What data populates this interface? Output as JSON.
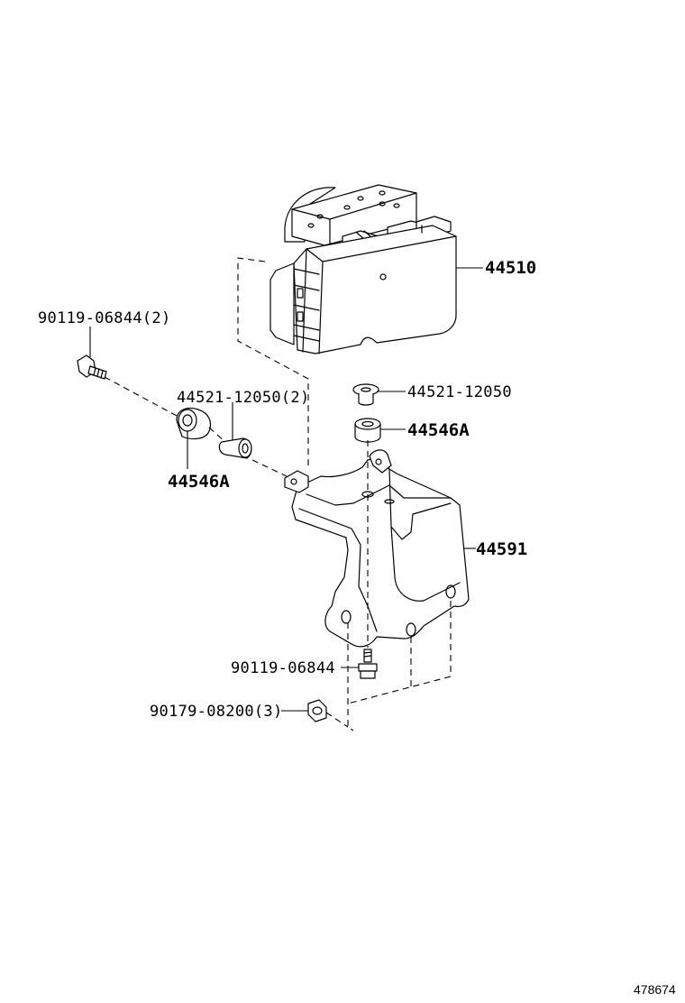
{
  "labels": {
    "actuator": "44510",
    "bolt_upper": "90119-06844(2)",
    "collar_left": "44521-12050(2)",
    "collar_right": "44521-12050",
    "cushion_right": "44546A",
    "cushion_left": "44546A",
    "bracket": "44591",
    "bolt_lower": "90119-06844",
    "nut": "90179-08200(3)"
  },
  "figure_number": "478674",
  "colors": {
    "line": "#000000",
    "background": "#ffffff"
  }
}
